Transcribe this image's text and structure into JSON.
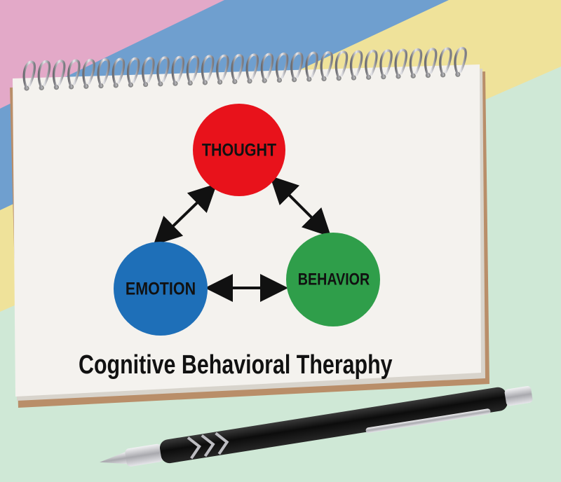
{
  "diagram": {
    "nodes": {
      "thought": {
        "label": "THOUGHT",
        "color": "#e8121b"
      },
      "emotion": {
        "label": "EMOTION",
        "color": "#1e6fb8"
      },
      "behavior": {
        "label": "BEHAVIOR",
        "color": "#2f9e4a"
      }
    },
    "caption": "Cognitive Behavioral Theraphy"
  },
  "colors": {
    "background_pink": "#e3a9c8",
    "background_blue": "#6f9fcf",
    "background_yellow": "#efe29a",
    "background_green": "#cfe8d6",
    "paper": "#f4f2ee",
    "cover": "#b98e69",
    "pen_body": "#141414",
    "pen_metal": "#c8c8cc"
  }
}
